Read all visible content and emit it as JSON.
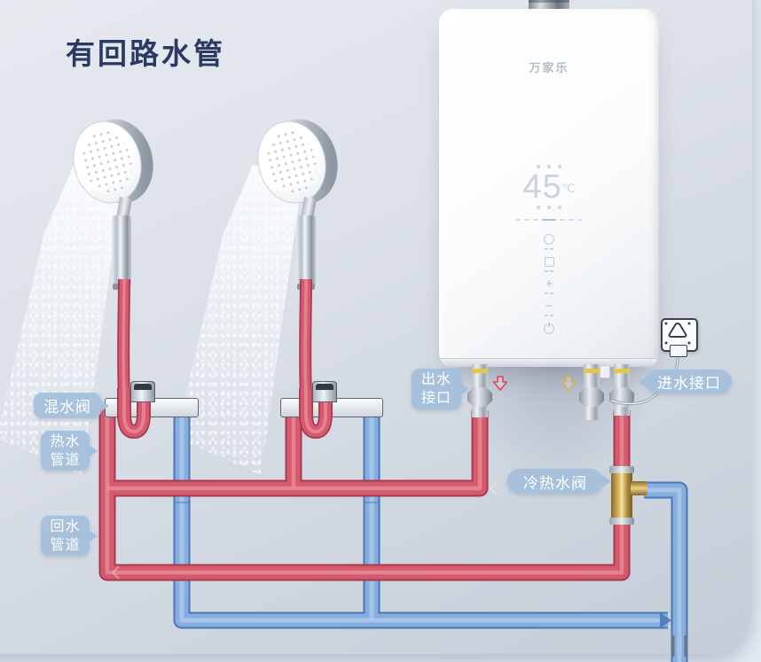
{
  "title": "有回路水管",
  "heater": {
    "brand": "万家乐",
    "display": {
      "temperature": "45",
      "unit": "℃"
    },
    "controls": {
      "plus": "+",
      "minus": "−"
    }
  },
  "callouts": {
    "mixing_valve": {
      "text": "混水阀"
    },
    "hot_pipe": {
      "line1": "热水",
      "line2": "管道"
    },
    "return_pipe": {
      "line1": "回水",
      "line2": "管道"
    },
    "outlet": {
      "line1": "出水",
      "line2": "接口"
    },
    "inlet": {
      "text": "进水接口"
    },
    "cold_hot_valve": {
      "text": "冷热水阀"
    }
  },
  "colors": {
    "hot_pipe": "#d55a6e",
    "cold_pipe": "#85aedd",
    "bubble": "#a4c0dc",
    "title_text": "#2b3a64",
    "brass_valve": "#d9b45c",
    "arrow_red": "#e0465e",
    "arrow_gold": "#d9b04c"
  }
}
